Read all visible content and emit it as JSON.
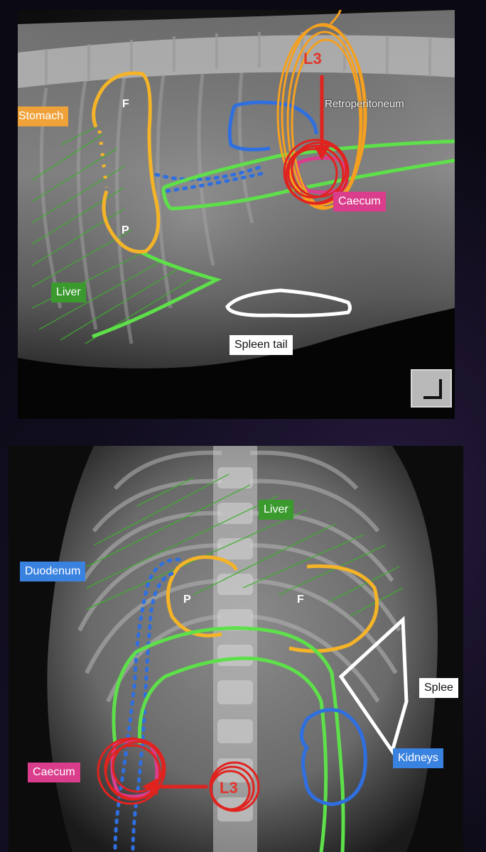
{
  "lateral": {
    "labels": {
      "stomach": "Stomach",
      "fundus": "F",
      "pylorus": "P",
      "liver": "Liver",
      "spleen_tail": "Spleen tail",
      "retroperitoneum": "Retroperitoneum",
      "caecum": "Caecum",
      "l3": "L3"
    }
  },
  "ventrodorsal": {
    "labels": {
      "liver": "Liver",
      "duodenum": "Duodenum",
      "pylorus": "P",
      "fundus": "F",
      "spleen": "Splee",
      "kidneys": "Kidneys",
      "caecum": "Caecum",
      "l3": "L3"
    }
  },
  "colors": {
    "stomach": "#f0a23a",
    "liver": "#3a9a2e",
    "bowel": "#5ee04a",
    "duodenum": "#2f6fe0",
    "spleen": "#ffffff",
    "caecum": "#d93d8c",
    "l3": "#e0362b"
  },
  "icons": {
    "corner": "orientation-marker-icon"
  }
}
